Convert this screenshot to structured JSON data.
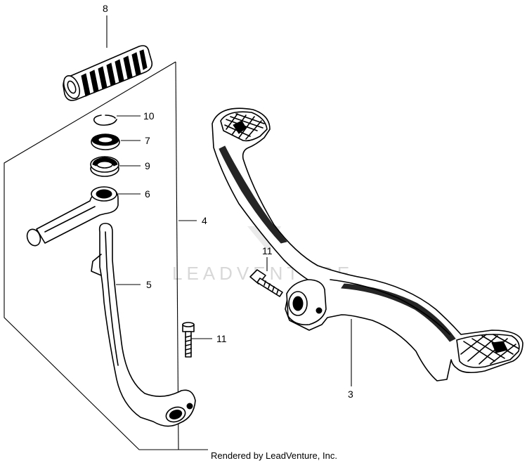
{
  "callouts": [
    {
      "id": "8",
      "label": "8"
    },
    {
      "id": "10",
      "label": "10"
    },
    {
      "id": "7",
      "label": "7"
    },
    {
      "id": "9",
      "label": "9"
    },
    {
      "id": "6",
      "label": "6"
    },
    {
      "id": "4",
      "label": "4"
    },
    {
      "id": "5",
      "label": "5"
    },
    {
      "id": "11a",
      "label": "11"
    },
    {
      "id": "11b",
      "label": "11"
    },
    {
      "id": "3",
      "label": "3"
    }
  ],
  "watermark": "LEADVENTURE",
  "credit": "Rendered by LeadVenture, Inc.",
  "colors": {
    "ink": "#000000",
    "background": "#ffffff",
    "watermark": "#d8d8d8"
  }
}
